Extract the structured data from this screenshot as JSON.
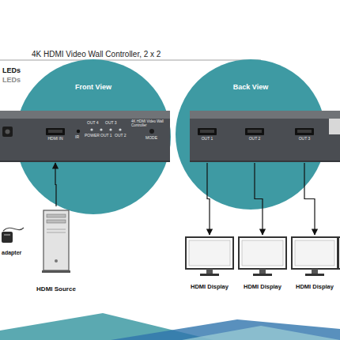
{
  "diagram": {
    "title": "4K HDMI Video Wall Controller, 2 x 2",
    "nodes": [
      {
        "text": [
          "Front View"
        ]
      },
      {
        "text": [
          "HDMI IN"
        ]
      },
      {
        "text": [
          "HDMI Source"
        ]
      },
      {
        "text": [
          "Back View"
        ]
      },
      {
        "text": [
          "OUT 1"
        ]
      },
      {
        "text": [
          "OUT 2"
        ]
      },
      {
        "text": [
          "OUT 3"
        ]
      },
      {
        "text": [
          "HDMI Display"
        ]
      },
      {
        "text": [
          "HDMI Display"
        ]
      },
      {
        "text": [
          "HDMI Display"
        ]
      }
    ],
    "edges": [
      {
        "from": 2,
        "to": 1,
        "arrow": "to"
      },
      {
        "from": 4,
        "to": 7,
        "arrow": "to"
      },
      {
        "from": 5,
        "to": 8,
        "arrow": "to"
      },
      {
        "from": 6,
        "to": 9,
        "arrow": "to"
      }
    ],
    "labels": [
      "LEDs",
      "LEDs",
      "adapter",
      "IR",
      "OUT 4",
      "OUT 3",
      "POWER",
      "OUT 1",
      "OUT 2",
      "MODE",
      "4K HDMI Video Wall Controller"
    ]
  }
}
